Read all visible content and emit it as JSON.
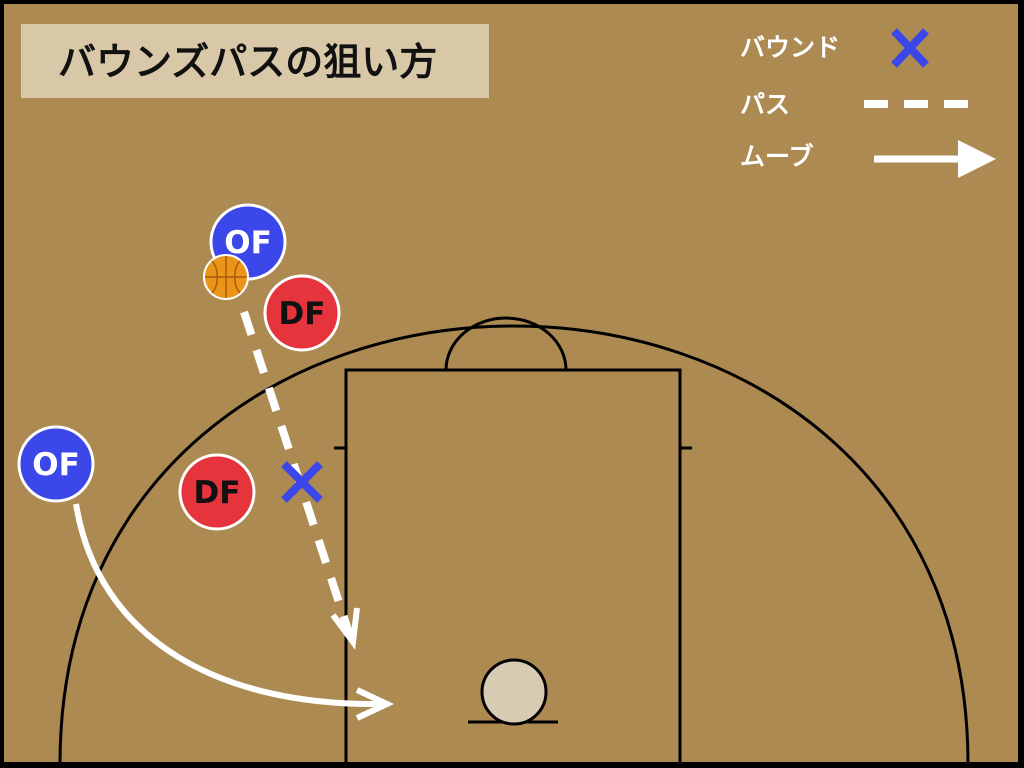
{
  "title": "バウンズパスの狙い方",
  "legend": {
    "bound_label": "バウンド",
    "pass_label": "パス",
    "move_label": "ムーブ"
  },
  "players": {
    "offense_label": "OF",
    "defense_label": "DF"
  },
  "colors": {
    "court": "#ac8a51",
    "title_box": "#d8c8a8",
    "offense": "#3b47e8",
    "defense": "#e6343d",
    "bound_mark": "#3b47e8",
    "pass_line": "#ffffff",
    "move_arrow": "#ffffff",
    "ball": "#eb941a",
    "rim": "#d7cbb4",
    "lines": "#000000"
  },
  "icons": {
    "ball": "basketball-icon",
    "bound": "cross-icon"
  }
}
